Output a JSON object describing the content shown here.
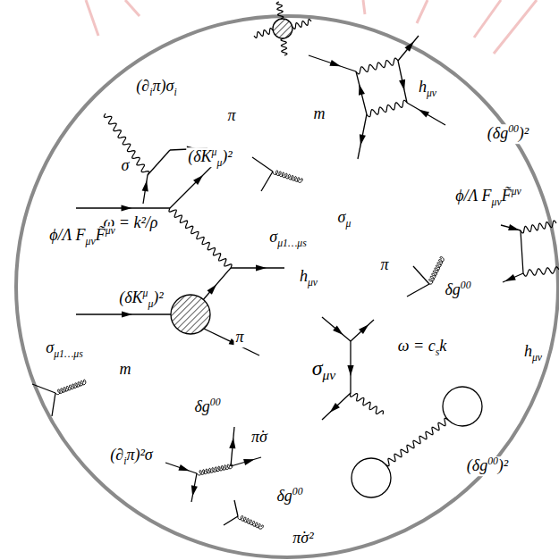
{
  "diagram": {
    "labels": [
      "(∂iπ)σi",
      "hμν",
      "π",
      "m",
      "σ",
      "(δKμμ)²",
      "(δg00)²",
      "ω = k²/ρ",
      "σμ",
      "ϕ/Λ FμνF̃μν",
      "ϕ/Λ FμνF̃μν",
      "σμ1…μs",
      "π",
      "hμν",
      "δg00",
      "(δKμμ)²",
      "π",
      "hμν",
      "σμ1…μs",
      "ω = csk",
      "m",
      "σμν",
      "δg00",
      "π̇σ",
      "(∂iπ)²σ",
      "(δg00)²",
      "δg00",
      "π̇σ²"
    ]
  }
}
